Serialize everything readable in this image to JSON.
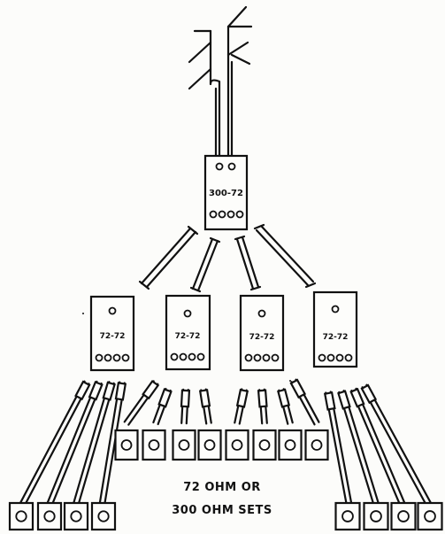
{
  "main_splitter": {
    "label": "300-72"
  },
  "secondary_splitters": [
    {
      "label": "72-72"
    },
    {
      "label": "72-72"
    },
    {
      "label": "72-72"
    },
    {
      "label": "72-72"
    }
  ],
  "caption": {
    "line1": "72 OHM OR",
    "line2": "300 OHM SETS"
  },
  "colors": {
    "ink": "#111111",
    "paper": "#fcfcfa"
  }
}
